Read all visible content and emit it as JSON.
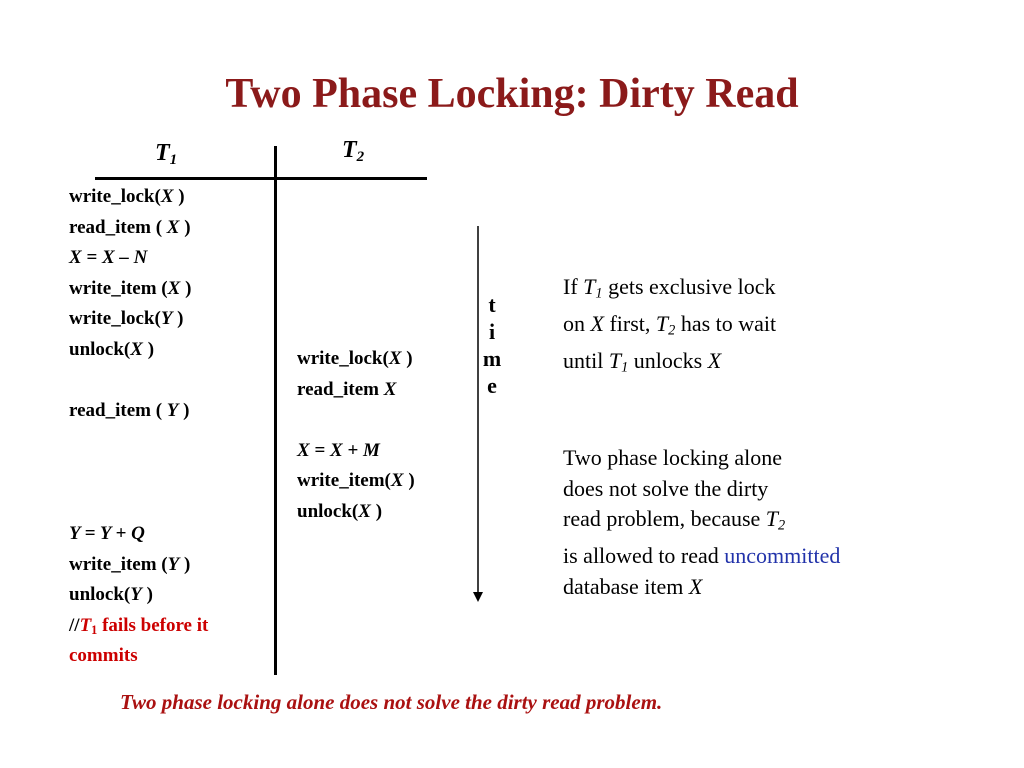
{
  "title": "Two Phase Locking: Dirty Read",
  "headers": {
    "t1": "T",
    "t1_sub": "1",
    "t2": "T",
    "t2_sub": "2"
  },
  "t1_block1": {
    "l1_a": "write_lock(",
    "l1_b": "X",
    "l1_c": " )",
    "l2_a": "read_item ( ",
    "l2_b": "X",
    "l2_c": " )",
    "l3": "X = X – N",
    "l4_a": "write_item (",
    "l4_b": "X",
    "l4_c": " )",
    "l5_a": "write_lock(",
    "l5_b": "Y",
    "l5_c": " )",
    "l6_a": "unlock(",
    "l6_b": "X",
    "l6_c": " )",
    "l7_a": "read_item ( ",
    "l7_b": "Y",
    "l7_c": " )"
  },
  "t1_block2": {
    "l1": "Y = Y + Q",
    "l2_a": "write_item (",
    "l2_b": "Y",
    "l2_c": " )",
    "l3_a": "unlock(",
    "l3_b": "Y",
    "l3_c": " )",
    "comment_a": "//",
    "comment_t": "T",
    "comment_sub": "1",
    "comment_b": "  fails before it",
    "comment_c": "commits"
  },
  "t2_block": {
    "l1_a": "write_lock(",
    "l1_b": "X",
    "l1_c": " )",
    "l2_a": "read_item ",
    "l2_b": "X",
    "l3": "X = X + M",
    "l4_a": "write_item(",
    "l4_b": "X",
    "l4_c": " )",
    "l5_a": "unlock(",
    "l5_b": "X",
    "l5_c": " )"
  },
  "time_label": [
    "t",
    "i",
    "m",
    "e"
  ],
  "note1": {
    "a": "If ",
    "t": "T",
    "t_sub": "1",
    "b": " gets exclusive lock",
    "c": "on ",
    "x": "X",
    "d": " first, ",
    "t2": "T",
    "t2_sub": "2",
    "e": " has to wait",
    "f": "until ",
    "t3": "T",
    "t3_sub": "1",
    "g": " unlocks ",
    "x2": "X"
  },
  "note2": {
    "l1": "Two phase locking alone",
    "l2": "does not solve the dirty",
    "l3_a": "read problem, because ",
    "l3_t": "T",
    "l3_sub": "2",
    "l4_a": "is allowed to read ",
    "l4_b": "uncommitted",
    "l5_a": "database item ",
    "l5_b": "X"
  },
  "footer": "Two phase locking alone does not solve the dirty read problem.",
  "colors": {
    "title": "#8b1a1a",
    "comment": "#cc0000",
    "highlight": "#2233aa",
    "footer": "#aa1111"
  }
}
